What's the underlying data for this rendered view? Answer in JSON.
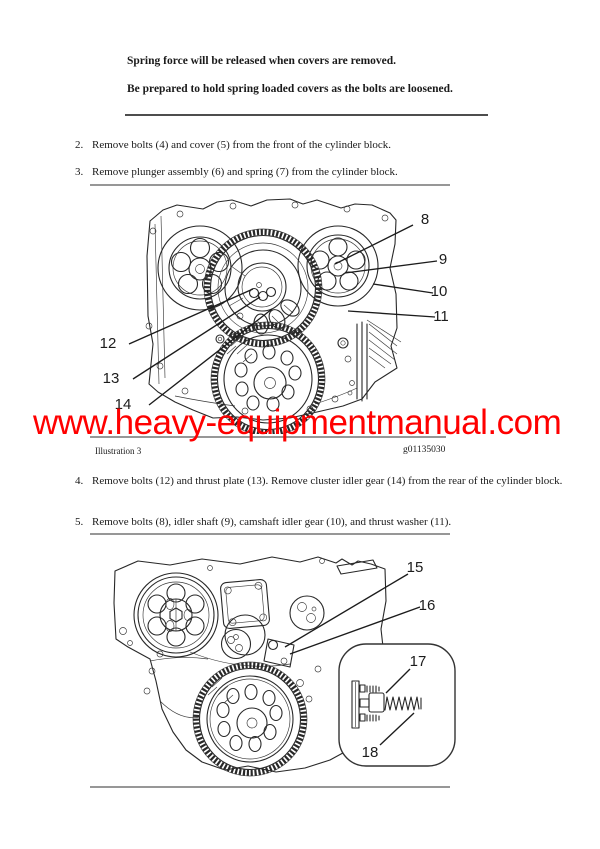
{
  "warning": {
    "line1": "Spring force will be released when covers are removed.",
    "line2": "Be prepared to hold spring loaded covers as the bolts are loosened."
  },
  "steps_top": [
    {
      "num": "2.",
      "text": "Remove bolts (4) and cover (5) from the front of the cylinder block."
    },
    {
      "num": "3.",
      "text": "Remove plunger assembly (6) and spring (7) from the cylinder block."
    }
  ],
  "fig1": {
    "caption": "Illustration 3",
    "figure_id": "g01135030",
    "callouts": [
      "8",
      "9",
      "10",
      "11",
      "12",
      "13",
      "14"
    ]
  },
  "watermark": {
    "text": "www.heavy-equipmentmanual.com",
    "color": "#ff0000"
  },
  "steps_mid": [
    {
      "num": "4.",
      "text": "Remove bolts (12) and thrust plate (13). Remove cluster idler gear (14) from the rear of the cylinder block."
    },
    {
      "num": "5.",
      "text": "Remove bolts (8), idler shaft (9), camshaft idler gear (10), and thrust washer (11)."
    }
  ],
  "fig2": {
    "callouts": [
      "15",
      "16",
      "17",
      "18"
    ]
  }
}
